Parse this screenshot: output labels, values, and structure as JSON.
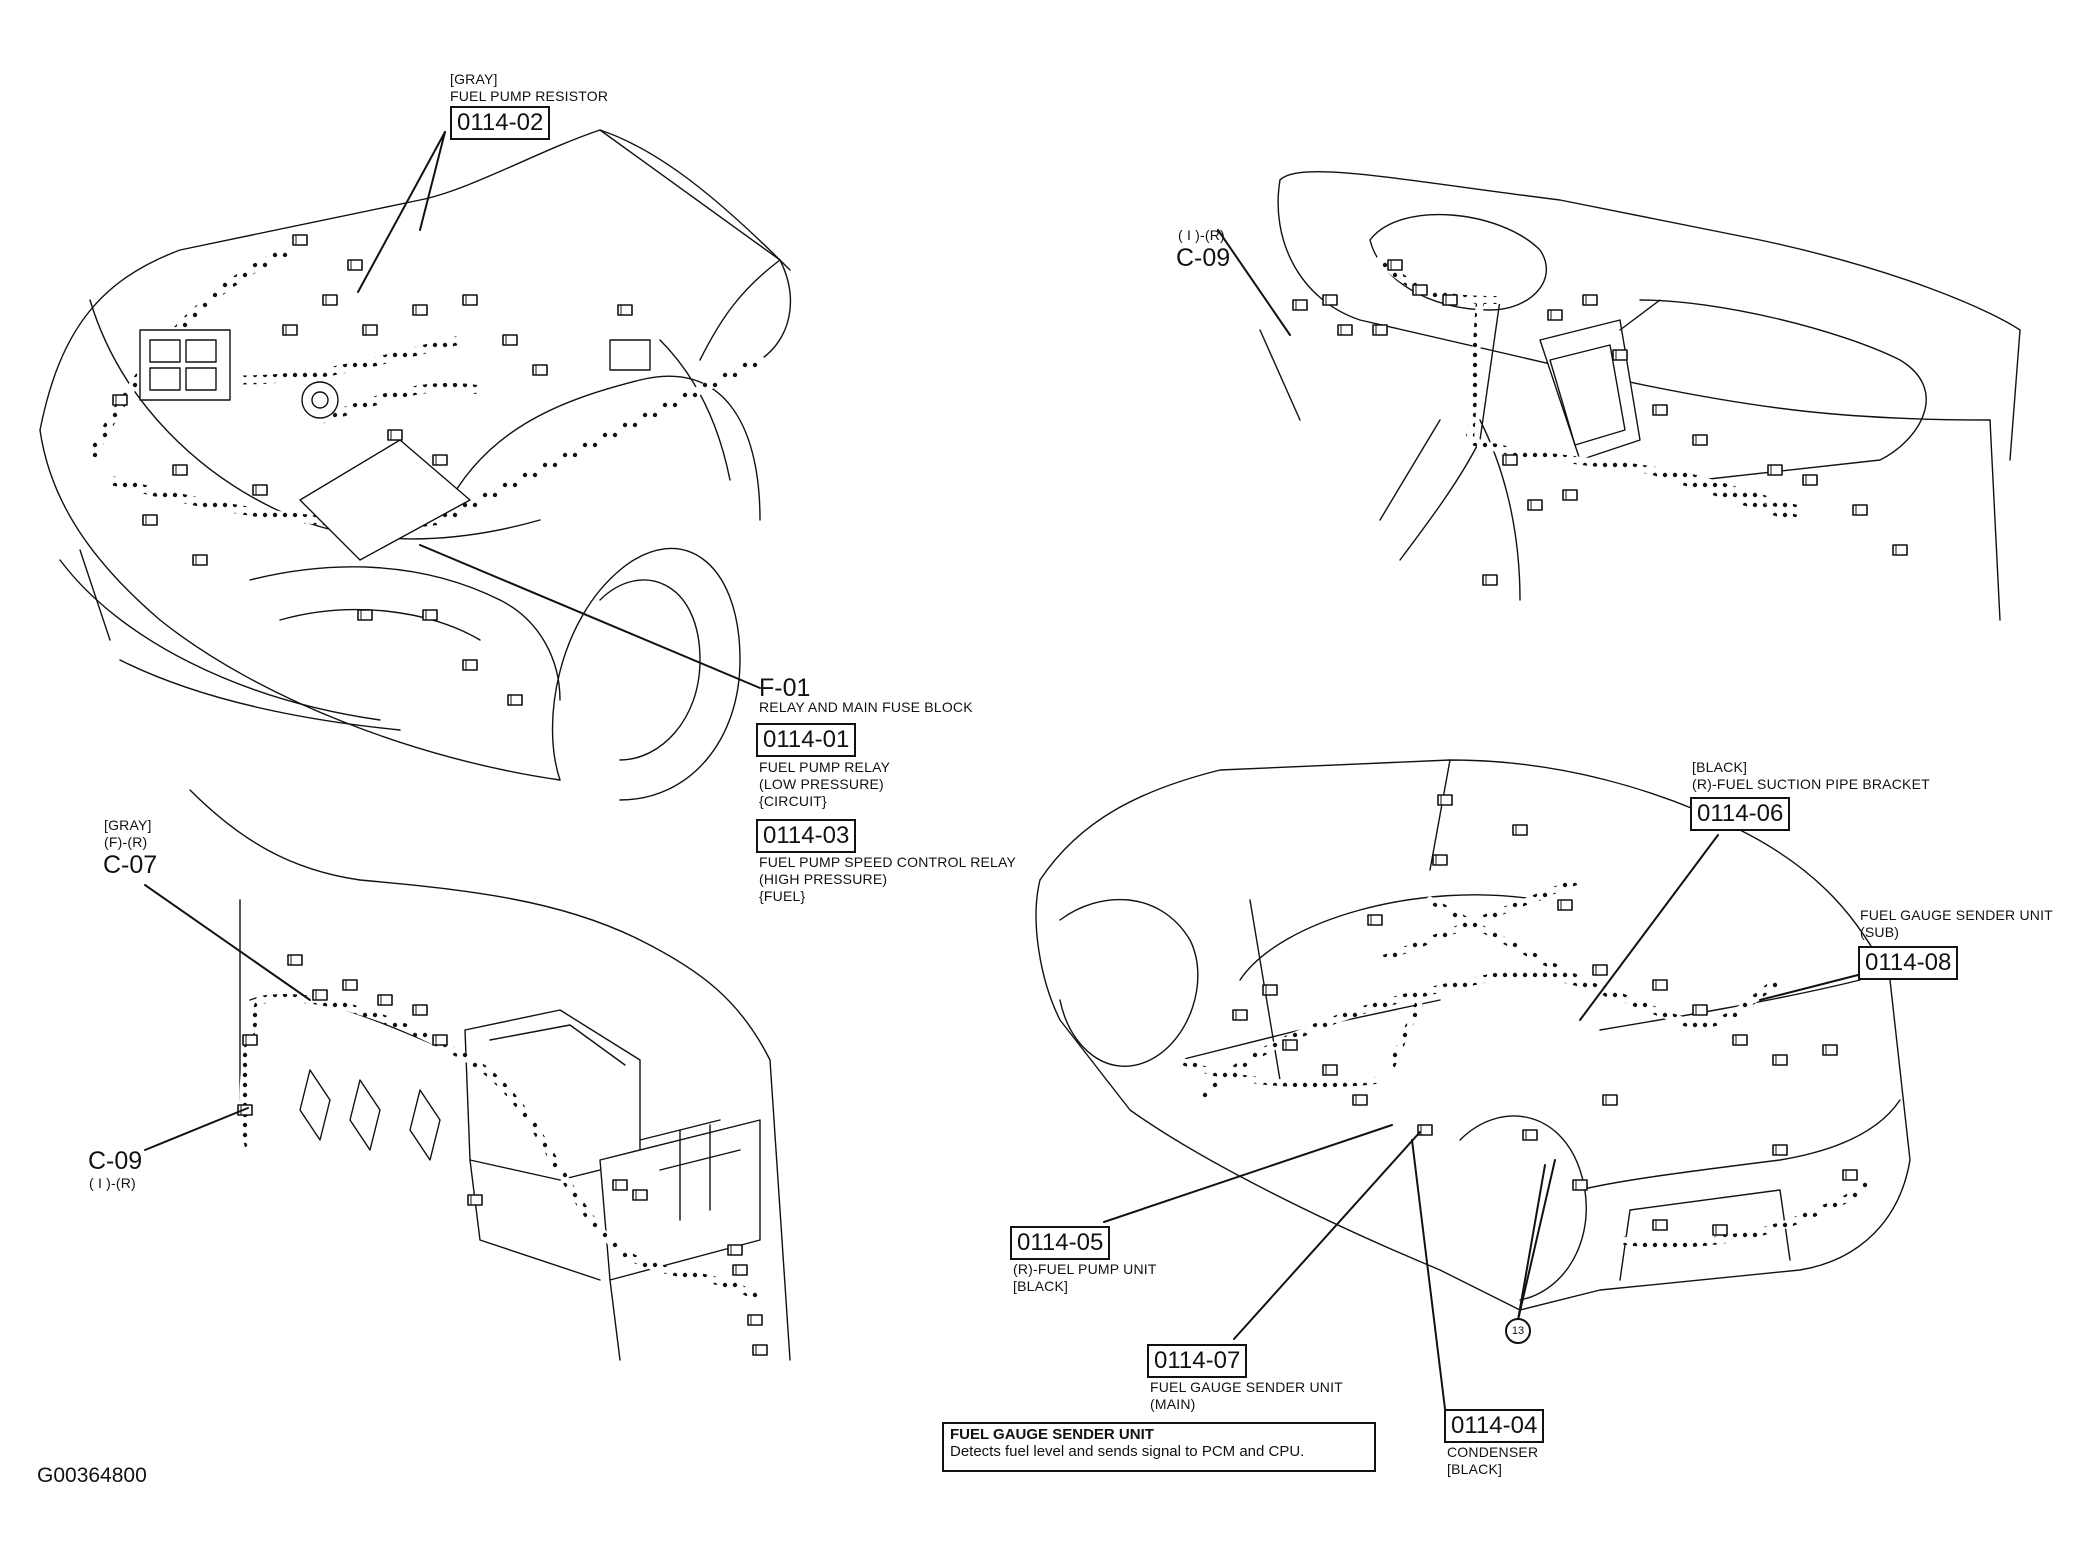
{
  "figure_id": "G00364800",
  "labels": {
    "fuel_pump_resistor": {
      "color": "[GRAY]",
      "name": "FUEL PUMP RESISTOR",
      "code": "0114-02"
    },
    "c09_top": {
      "side": "( I )-(R)",
      "code": "C-09"
    },
    "f01": {
      "code": "F-01",
      "name": "RELAY AND MAIN FUSE BLOCK"
    },
    "relay_low": {
      "code": "0114-01",
      "lines": [
        "FUEL PUMP RELAY",
        "(LOW PRESSURE)",
        "{CIRCUIT}"
      ]
    },
    "relay_high": {
      "code": "0114-03",
      "lines": [
        "FUEL PUMP SPEED CONTROL RELAY",
        "(HIGH PRESSURE)",
        "{FUEL}"
      ]
    },
    "c07": {
      "color": "[GRAY]",
      "side": "(F)-(R)",
      "code": "C-07"
    },
    "c09_left": {
      "code": "C-09",
      "side": "( I )-(R)"
    },
    "suction_bracket": {
      "color": "[BLACK]",
      "name": "(R)-FUEL SUCTION PIPE BRACKET",
      "code": "0114-06"
    },
    "sender_sub": {
      "lines": [
        "FUEL GAUGE SENDER UNIT",
        "(SUB)"
      ],
      "code": "0114-08"
    },
    "fuel_pump_unit": {
      "code": "0114-05",
      "lines": [
        "(R)-FUEL PUMP UNIT",
        "[BLACK]"
      ]
    },
    "sender_main": {
      "code": "0114-07",
      "lines": [
        "FUEL GAUGE SENDER UNIT",
        "(MAIN)"
      ]
    },
    "condenser": {
      "code": "0114-04",
      "lines": [
        "CONDENSER",
        "[BLACK]"
      ]
    },
    "ground_point": "13"
  },
  "info_box": {
    "title": "FUEL GAUGE SENDER UNIT",
    "text": "Detects fuel level and sends signal to PCM and CPU."
  }
}
